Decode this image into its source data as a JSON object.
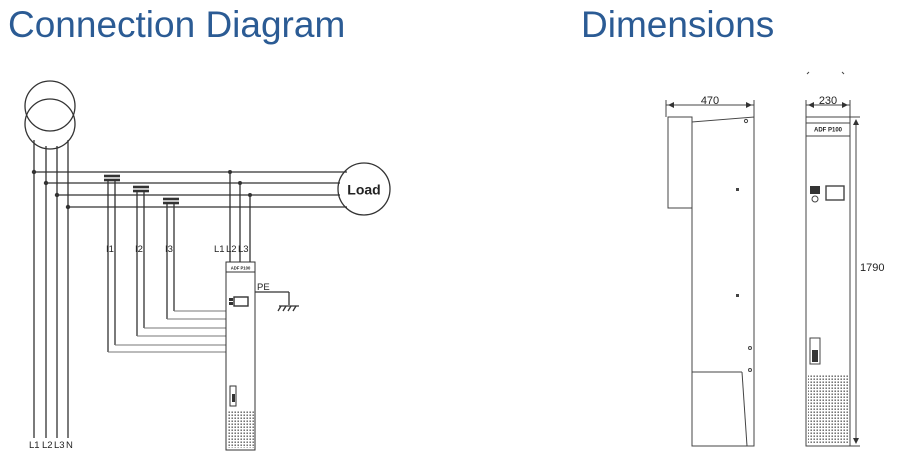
{
  "headings": {
    "connection": "Connection Diagram",
    "dimensions": "Dimensions"
  },
  "connection_diagram": {
    "load_label": "Load",
    "ct_labels": [
      "I1",
      "I2",
      "I3"
    ],
    "device_phase_labels": [
      "L1",
      "L2",
      "L3"
    ],
    "pe_label": "PE",
    "device_model": "ADF P100",
    "bottom_labels": [
      "L1",
      "L2",
      "L3",
      "N"
    ]
  },
  "dimensions": {
    "side_width": "470",
    "front_width": "230",
    "height": "1790",
    "model": "ADF P100"
  }
}
